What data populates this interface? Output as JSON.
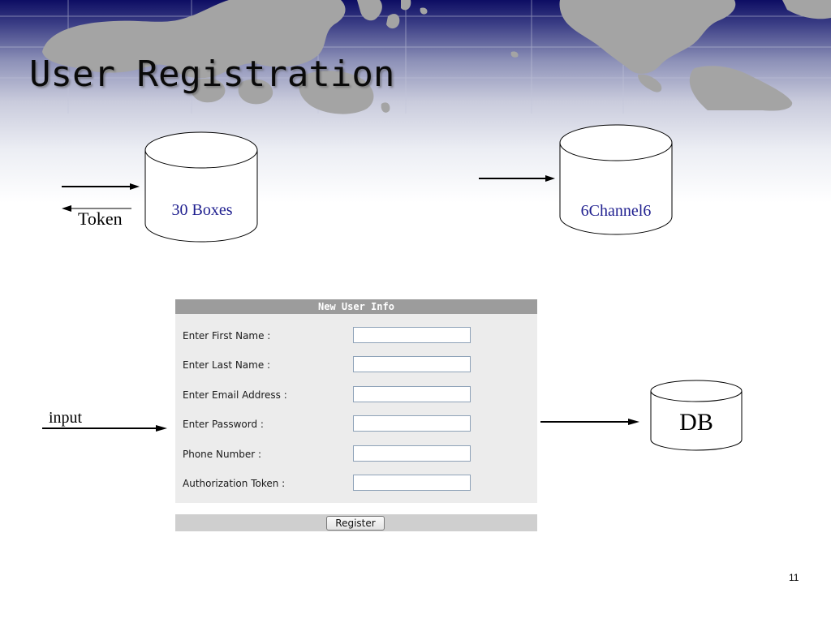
{
  "slide": {
    "title": "User Registration",
    "page_number": "11"
  },
  "diagram": {
    "storage_boxes": {
      "left": {
        "label": "30 Boxes",
        "label_color": "#1f1f8f"
      },
      "right": {
        "label": "6Channel6",
        "label_color": "#1f1f8f"
      },
      "db": {
        "label": "DB",
        "label_color": "#000000"
      }
    },
    "token_label": "Token",
    "input_label": "input"
  },
  "form": {
    "header": "New User Info",
    "fields": [
      {
        "label": "Enter First Name :",
        "value": ""
      },
      {
        "label": "Enter Last Name :",
        "value": ""
      },
      {
        "label": "Enter Email Address :",
        "value": ""
      },
      {
        "label": "Enter Password :",
        "value": ""
      },
      {
        "label": "Phone Number :",
        "value": ""
      },
      {
        "label": "Authorization Token :",
        "value": ""
      }
    ],
    "submit_label": "Register"
  },
  "colors": {
    "banner_top": "#0d0d63",
    "map_land": "#a4a4a4",
    "form_header_bg": "#9c9c9c",
    "form_bg": "#ececec",
    "input_border": "#8ea2b8"
  }
}
